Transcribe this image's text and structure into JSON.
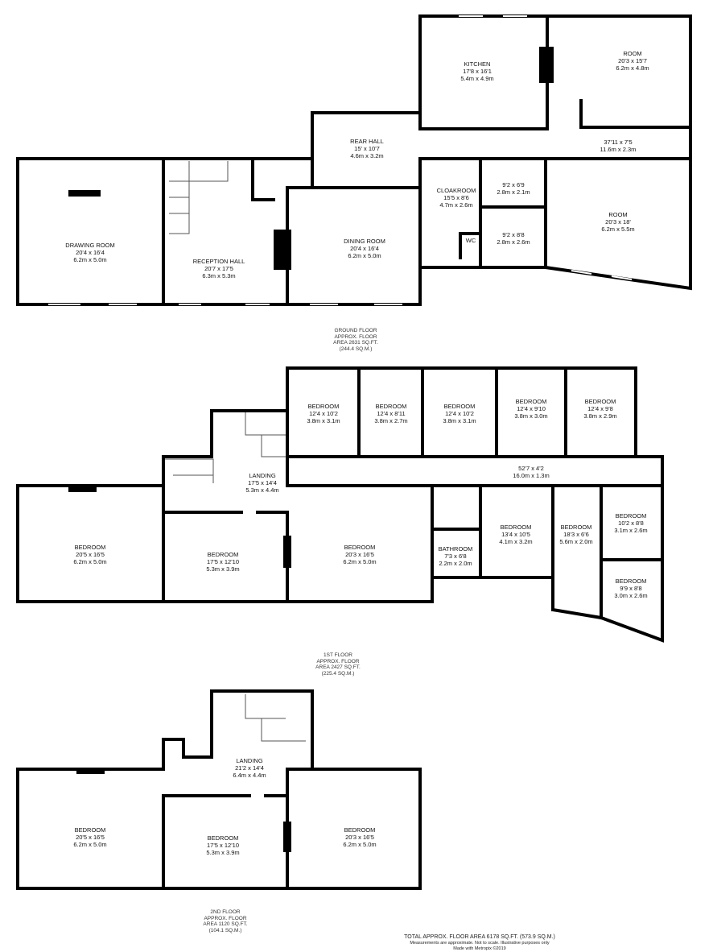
{
  "ground_floor": {
    "rooms": [
      {
        "name": "DRAWING ROOM",
        "imperial": "20'4 x 16'4",
        "metric": "6.2m x 5.0m"
      },
      {
        "name": "RECEPTION HALL",
        "imperial": "20'7 x 17'5",
        "metric": "6.3m x 5.3m"
      },
      {
        "name": "DINING ROOM",
        "imperial": "20'4 x 16'4",
        "metric": "6.2m x 5.0m"
      },
      {
        "name": "REAR HALL",
        "imperial": "15' x 10'7",
        "metric": "4.6m x 3.2m"
      },
      {
        "name": "KITCHEN",
        "imperial": "17'8 x 16'1",
        "metric": "5.4m x 4.9m"
      },
      {
        "name": "ROOM",
        "imperial": "20'3 x 15'7",
        "metric": "6.2m x 4.8m"
      },
      {
        "name": "",
        "imperial": "37'11 x 7'5",
        "metric": "11.6m x 2.3m"
      },
      {
        "name": "CLOAKROOM",
        "imperial": "15'5 x 8'6",
        "metric": "4.7m x 2.6m"
      },
      {
        "name": "",
        "imperial": "9'2 x 6'9",
        "metric": "2.8m x 2.1m"
      },
      {
        "name": "",
        "imperial": "9'2 x 8'8",
        "metric": "2.8m x 2.6m"
      },
      {
        "name": "WC",
        "imperial": "",
        "metric": ""
      },
      {
        "name": "ROOM",
        "imperial": "20'3 x 18'",
        "metric": "6.2m x 5.5m"
      }
    ],
    "area": [
      "GROUND FLOOR",
      "APPROX. FLOOR",
      "AREA 2631 SQ.FT.",
      "(244.4 SQ.M.)"
    ]
  },
  "first_floor": {
    "rooms": [
      {
        "name": "BEDROOM",
        "imperial": "12'4 x 10'2",
        "metric": "3.8m x 3.1m"
      },
      {
        "name": "BEDROOM",
        "imperial": "12'4 x 8'11",
        "metric": "3.8m x 2.7m"
      },
      {
        "name": "BEDROOM",
        "imperial": "12'4 x 10'2",
        "metric": "3.8m x 3.1m"
      },
      {
        "name": "BEDROOM",
        "imperial": "12'4 x 9'10",
        "metric": "3.8m x 3.0m"
      },
      {
        "name": "BEDROOM",
        "imperial": "12'4 x 9'8",
        "metric": "3.8m x 2.9m"
      },
      {
        "name": "LANDING",
        "imperial": "17'5 x 14'4",
        "metric": "5.3m x 4.4m"
      },
      {
        "name": "",
        "imperial": "52'7 x 4'2",
        "metric": "16.0m x 1.3m"
      },
      {
        "name": "BEDROOM",
        "imperial": "20'5 x 16'5",
        "metric": "6.2m x 5.0m"
      },
      {
        "name": "BEDROOM",
        "imperial": "17'5 x 12'10",
        "metric": "5.3m x 3.9m"
      },
      {
        "name": "BEDROOM",
        "imperial": "20'3 x 16'5",
        "metric": "6.2m x 5.0m"
      },
      {
        "name": "BATHROOM",
        "imperial": "7'3 x 6'8",
        "metric": "2.2m x 2.0m"
      },
      {
        "name": "BEDROOM",
        "imperial": "13'4 x 10'5",
        "metric": "4.1m x 3.2m"
      },
      {
        "name": "BEDROOM",
        "imperial": "18'3 x 6'6",
        "metric": "5.6m x 2.0m"
      },
      {
        "name": "BEDROOM",
        "imperial": "10'2 x 8'8",
        "metric": "3.1m x 2.6m"
      },
      {
        "name": "BEDROOM",
        "imperial": "9'9 x 8'8",
        "metric": "3.0m x 2.6m"
      }
    ],
    "area": [
      "1ST FLOOR",
      "APPROX. FLOOR",
      "AREA 2427 SQ.FT.",
      "(225.4 SQ.M.)"
    ]
  },
  "second_floor": {
    "rooms": [
      {
        "name": "LANDING",
        "imperial": "21'2 x 14'4",
        "metric": "6.4m x 4.4m"
      },
      {
        "name": "BEDROOM",
        "imperial": "20'5 x 16'5",
        "metric": "6.2m x 5.0m"
      },
      {
        "name": "BEDROOM",
        "imperial": "17'5 x 12'10",
        "metric": "5.3m x 3.9m"
      },
      {
        "name": "BEDROOM",
        "imperial": "20'3 x 16'5",
        "metric": "6.2m x 5.0m"
      }
    ],
    "area": [
      "2ND FLOOR",
      "APPROX. FLOOR",
      "AREA 1120 SQ.FT.",
      "(104.1 SQ.M.)"
    ]
  },
  "footer": {
    "total": "TOTAL APPROX. FLOOR AREA 6178 SQ.FT. (573.9 SQ.M.)",
    "disclaimer": "Measurements are approximate.  Not to scale.  Illustrative purposes only",
    "credit": "Made with Metropix ©2019"
  }
}
